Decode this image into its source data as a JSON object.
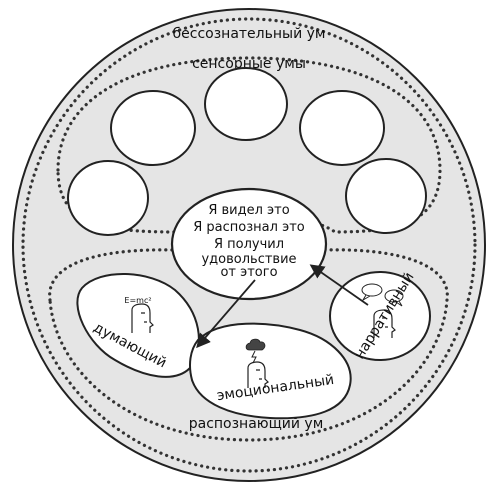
{
  "colors": {
    "outer_fill": "#e5e5e5",
    "inner_fill": "#ffffff",
    "stroke": "#222222",
    "dots": "#333333"
  },
  "labels": {
    "unconscious_mind": "бессознательный ум",
    "sensory_minds": "сенсорные умы",
    "recognizing_mind": "распознающий ум",
    "thinking": "думающий",
    "emotional": "эмоциональный",
    "narrative": "нарративный",
    "formula": "E=mc²"
  },
  "center_text": {
    "line1": "Я видел это",
    "line2": "Я распознал это",
    "line3": "Я получил",
    "line4": "удовольствие",
    "line5": "от этого"
  },
  "icons": {
    "thinking_face": "face-profile-icon",
    "emotional_face": "face-profile-icon",
    "storm_cloud": "storm-cloud-icon",
    "narrative_face": "face-profile-icon",
    "speech_bubbles": "speech-bubbles-icon",
    "arrows": "arrow-icon"
  }
}
